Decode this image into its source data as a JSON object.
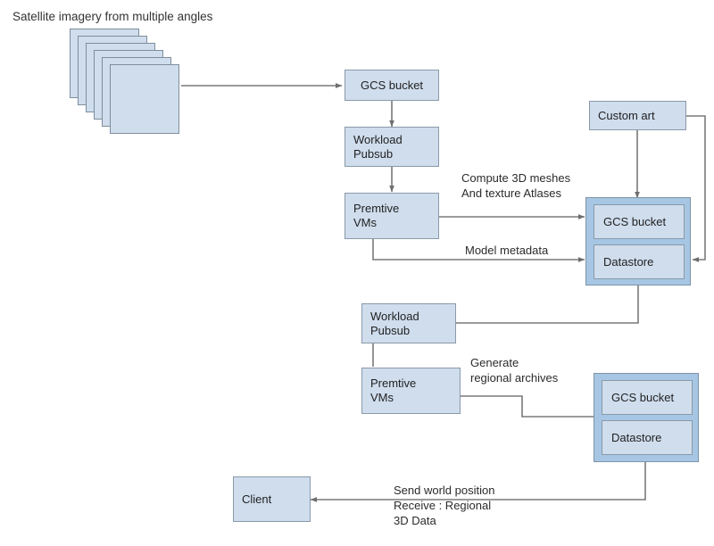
{
  "diagram": {
    "title": "Satellite imagery from multiple angles",
    "colors": {
      "node_fill": "#cfdded",
      "node_stroke": "#8a9aa8",
      "group_fill": "#a6c6e4",
      "group_stroke": "#7f93a6",
      "wire": "#7a7a7a",
      "text": "#2b2b2b",
      "background": "#ffffff"
    },
    "source_stack": {
      "name": "satellite-imagery-stack",
      "card_count": 6
    },
    "nodes": [
      {
        "id": "gcs_bucket_top",
        "label": "GCS bucket",
        "lines": [
          "GCS bucket"
        ]
      },
      {
        "id": "workload_pubsub_1",
        "label": "Workload Pubsub",
        "lines": [
          "Workload",
          "Pubsub"
        ]
      },
      {
        "id": "premtive_vms_1",
        "label": "Premtive VMs",
        "lines": [
          "Premtive",
          "VMs"
        ]
      },
      {
        "id": "custom_art",
        "label": "Custom art",
        "lines": [
          "Custom art"
        ]
      },
      {
        "id": "workload_pubsub_2",
        "label": "Workload Pubsub",
        "lines": [
          "Workload",
          "Pubsub"
        ]
      },
      {
        "id": "premtive_vms_2",
        "label": "Premtive VMs",
        "lines": [
          "Premtive",
          "VMs"
        ]
      },
      {
        "id": "client",
        "label": "Client",
        "lines": [
          "Client"
        ]
      }
    ],
    "groups": [
      {
        "id": "storage_group_1",
        "items": [
          {
            "id": "g1_gcs_bucket",
            "label": "GCS bucket"
          },
          {
            "id": "g1_datastore",
            "label": "Datastore"
          }
        ]
      },
      {
        "id": "storage_group_2",
        "items": [
          {
            "id": "g2_gcs_bucket",
            "label": "GCS bucket"
          },
          {
            "id": "g2_datastore",
            "label": "Datastore"
          }
        ]
      }
    ],
    "edge_labels": [
      {
        "id": "compute_meshes",
        "text": "Compute 3D meshes\nAnd texture Atlases"
      },
      {
        "id": "model_metadata",
        "text": "Model metadata"
      },
      {
        "id": "generate_archives",
        "text": "Generate\nregional archives"
      },
      {
        "id": "client_exchange",
        "text": "Send world position\nReceive : Regional\n3D Data"
      }
    ]
  }
}
